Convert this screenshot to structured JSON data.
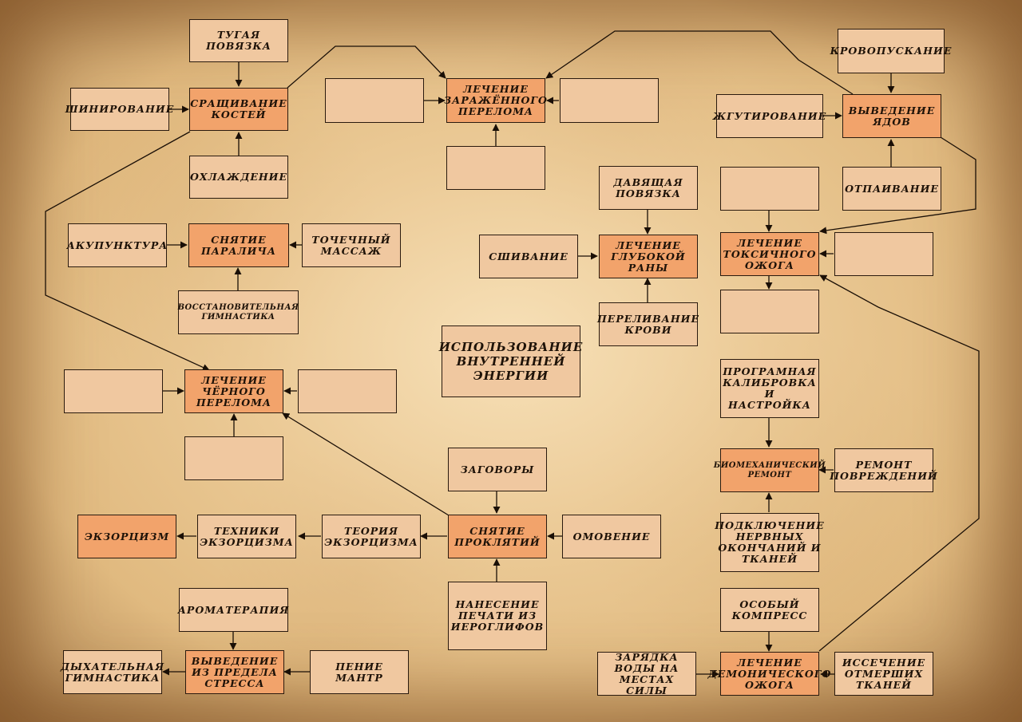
{
  "colors": {
    "skill_box": "#f0c8a0",
    "main_box": "#f2a36b",
    "border": "#2a1a0e",
    "parchment": "#e6c38c"
  },
  "center": "Использование внутренней энергии",
  "bone": {
    "main": "Сращивание костей",
    "top": "Тугая повязка",
    "left": "Шинирование",
    "bottom": "Охлаждение"
  },
  "infected_fracture": {
    "main": "Лечение заражённого перелома",
    "left": "",
    "right": "",
    "bottom": ""
  },
  "poison": {
    "main": "Выведение ядов",
    "top": "Кровопускание",
    "left": "Жгутирование",
    "bottom": "Отпаивание"
  },
  "paralysis": {
    "main": "Снятие паралича",
    "left": "Акупунктура",
    "right": "Точечный массаж",
    "bottom": "Восстановительная гимнастика"
  },
  "deep_wound": {
    "main": "Лечение глубокой раны",
    "top": "Давящая повязка",
    "left": "Сшивание",
    "bottom": "Переливание крови"
  },
  "toxic_burn": {
    "main": "Лечение токсичного ожога",
    "top": "",
    "right": "",
    "bottom": ""
  },
  "black_fracture": {
    "main": "Лечение чёрного перелома",
    "left": "",
    "right": "",
    "bottom": ""
  },
  "biomech": {
    "main": "Биомеханический ремонт",
    "top": "Програмная калибровка и настройка",
    "right": "Ремонт повреждений",
    "bottom": "Подключение нервных окончаний и тканей"
  },
  "curse": {
    "main": "Снятие проклятий",
    "top": "Заговоры",
    "right": "Омовение",
    "bottom": "Нанесение печати из иероглифов",
    "theory": "Теория экзорцизма",
    "techniques": "Техники экзорцизма",
    "exorcism": "Экзорцизм"
  },
  "stress": {
    "main": "Выведение из предела стресса",
    "top": "Ароматерапия",
    "left": "Дыхательная гимнастика",
    "right": "Пение мантр"
  },
  "demonic_burn": {
    "main": "Лечение демонического ожога",
    "top": "Особый компресс",
    "left": "Зарядка воды на местах силы",
    "right": "Иссечение отмерших тканей"
  }
}
